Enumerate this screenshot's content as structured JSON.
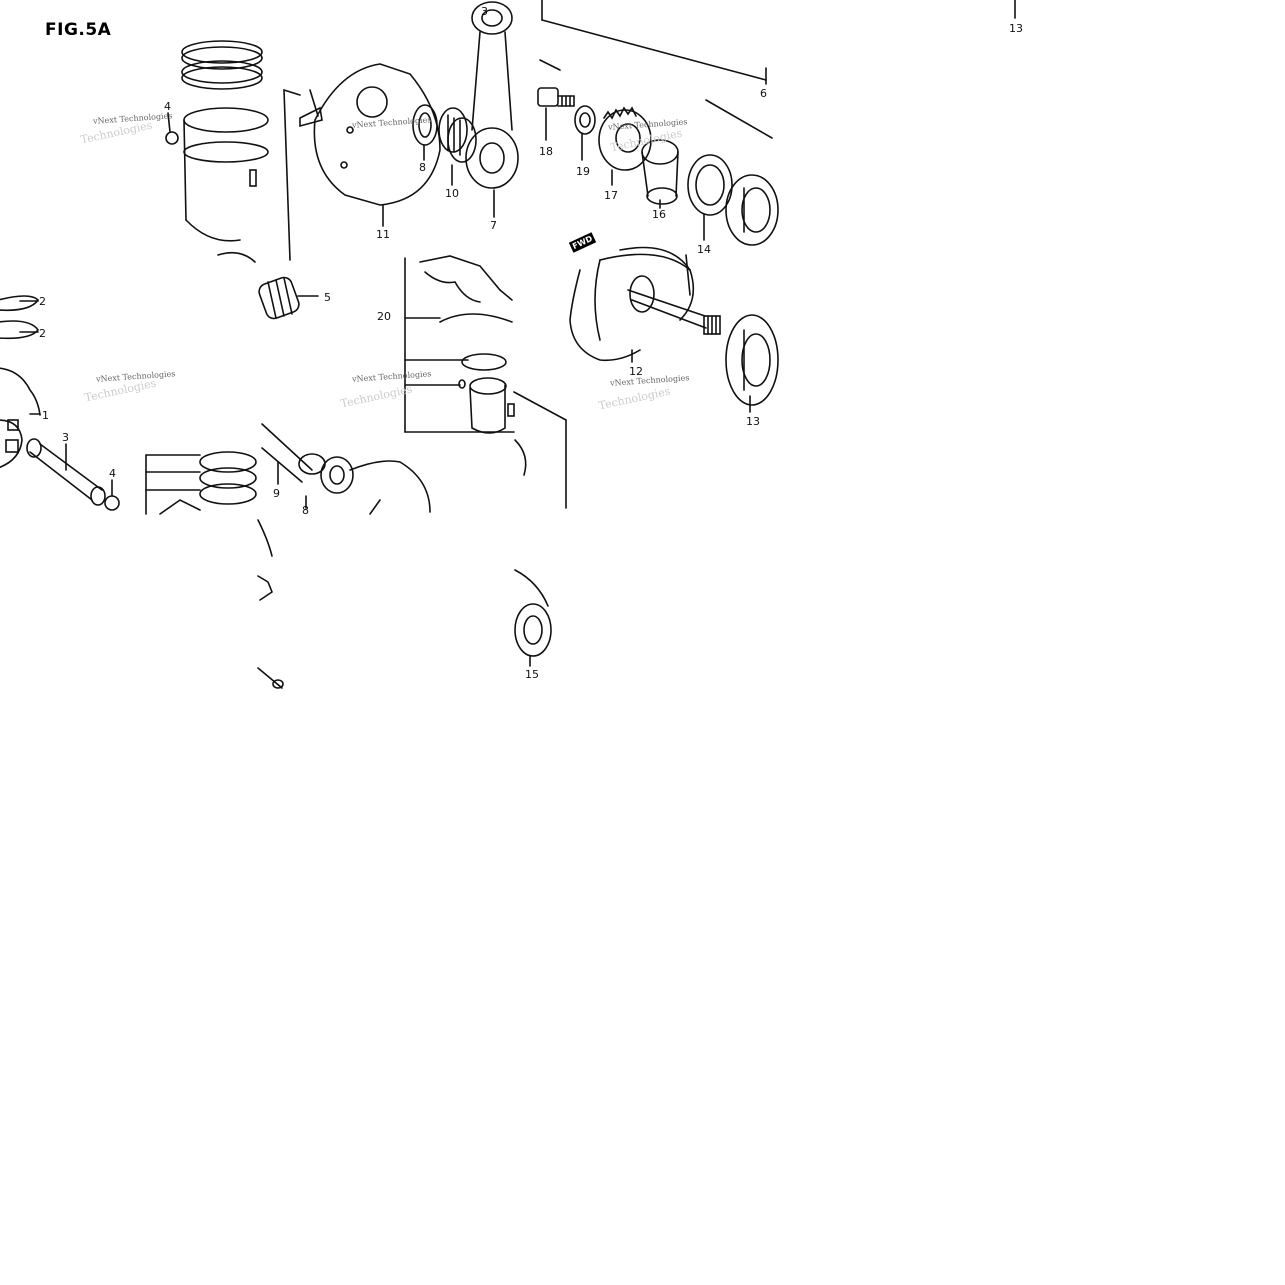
{
  "figure": {
    "title": "FIG.5A"
  },
  "callouts": [
    {
      "id": "c1",
      "label": "1"
    },
    {
      "id": "c2a",
      "label": "2"
    },
    {
      "id": "c2b",
      "label": "2"
    },
    {
      "id": "c3a",
      "label": "3"
    },
    {
      "id": "c3b",
      "label": "3"
    },
    {
      "id": "c4a",
      "label": "4"
    },
    {
      "id": "c4b",
      "label": "4"
    },
    {
      "id": "c5",
      "label": "5"
    },
    {
      "id": "c6",
      "label": "6"
    },
    {
      "id": "c7",
      "label": "7"
    },
    {
      "id": "c8a",
      "label": "8"
    },
    {
      "id": "c8b",
      "label": "8"
    },
    {
      "id": "c9",
      "label": "9"
    },
    {
      "id": "c10",
      "label": "10"
    },
    {
      "id": "c11",
      "label": "11"
    },
    {
      "id": "c12",
      "label": "12"
    },
    {
      "id": "c13a",
      "label": "13"
    },
    {
      "id": "c13b",
      "label": "13"
    },
    {
      "id": "c14",
      "label": "14"
    },
    {
      "id": "c15",
      "label": "15"
    },
    {
      "id": "c16",
      "label": "16"
    },
    {
      "id": "c17",
      "label": "17"
    },
    {
      "id": "c18",
      "label": "18"
    },
    {
      "id": "c19",
      "label": "19"
    },
    {
      "id": "c20",
      "label": "20"
    }
  ],
  "watermark": {
    "line1": "vNext Technologies",
    "line2": "Technologies"
  },
  "direction_marker": {
    "label": "FWD"
  }
}
